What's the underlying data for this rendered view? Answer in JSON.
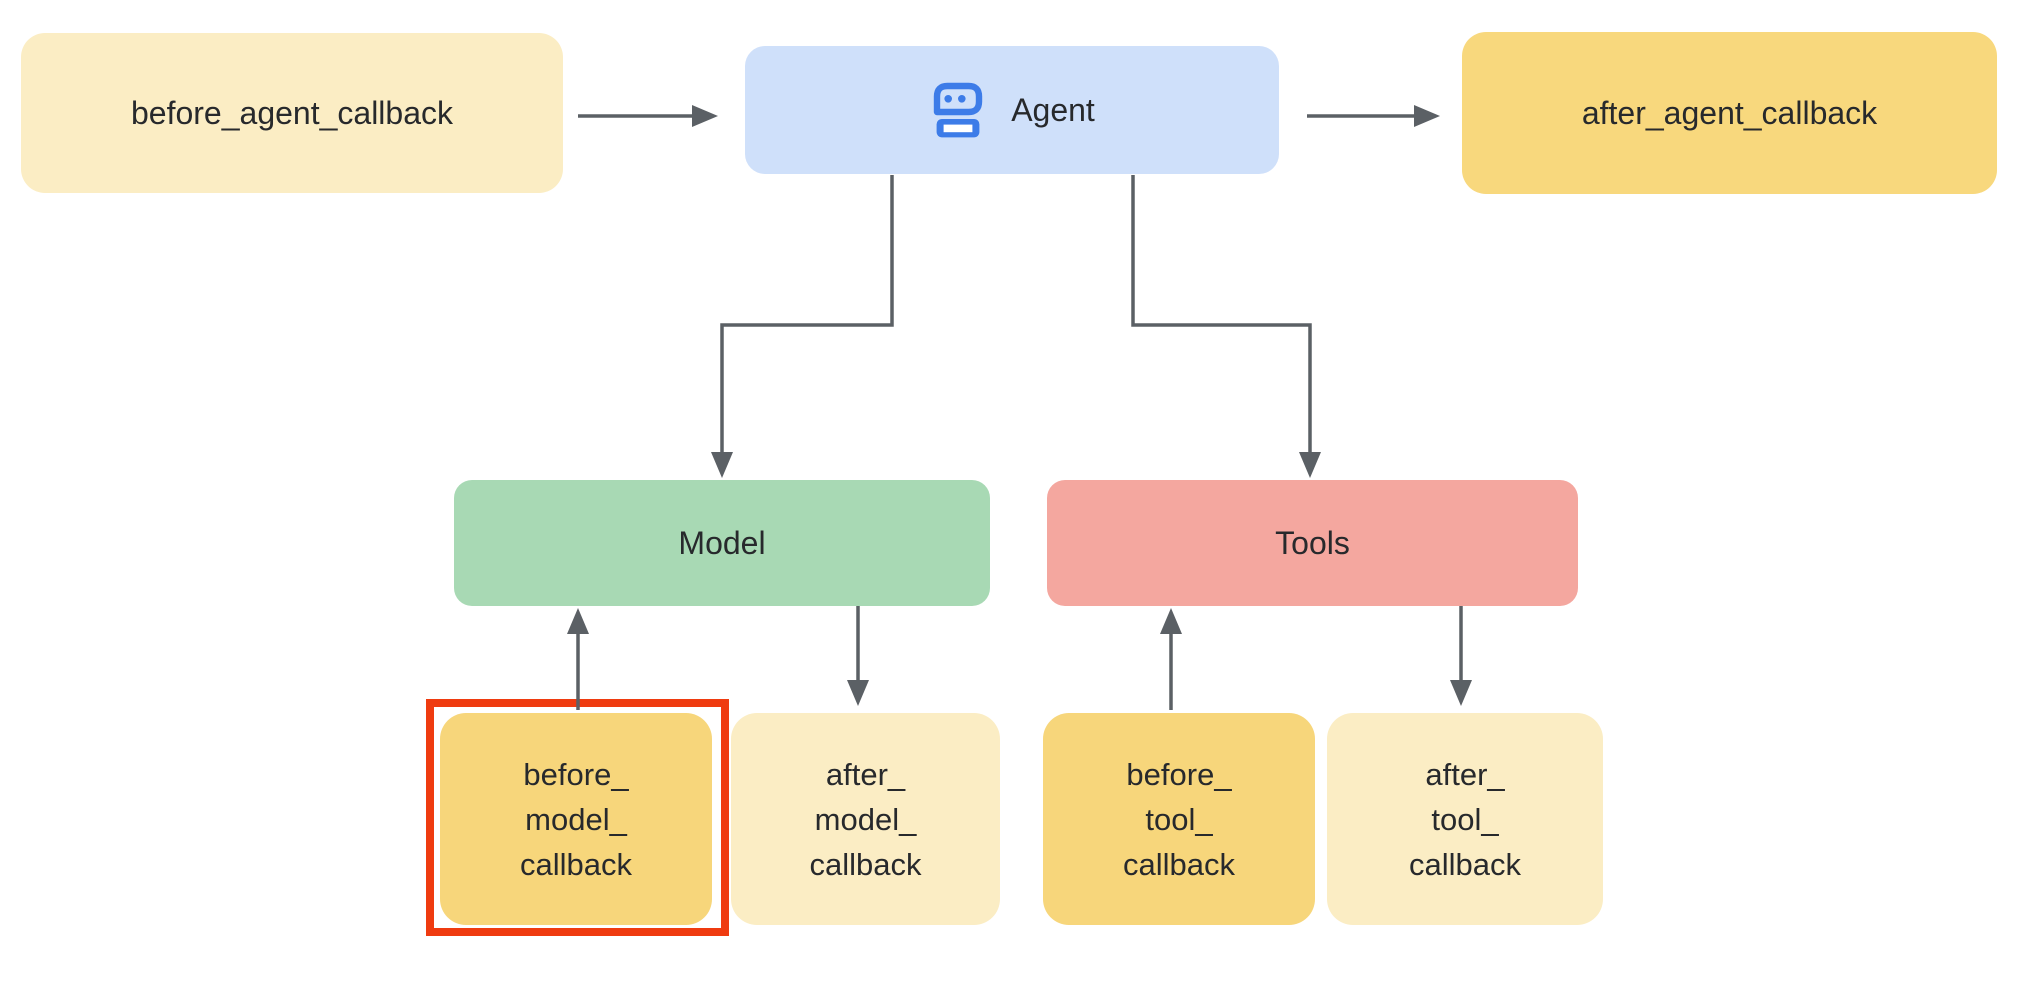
{
  "diagram": {
    "background": "#FFFFFF",
    "nodes": {
      "before_agent": {
        "label": "before_agent_callback",
        "fill": "#FBEDC4"
      },
      "agent": {
        "label": "Agent",
        "fill": "#CFE0FA",
        "icon": "robot-icon",
        "icon_color": "#3D7CE8"
      },
      "after_agent": {
        "label": "after_agent_callback",
        "fill": "#F8D87D"
      },
      "model": {
        "label": "Model",
        "fill": "#A8D9B4"
      },
      "tools": {
        "label": "Tools",
        "fill": "#F4A79F"
      },
      "before_model": {
        "lines": [
          "before_",
          "model_",
          "callback"
        ],
        "fill": "#F7D67B",
        "highlighted": true
      },
      "after_model": {
        "lines": [
          "after_",
          "model_",
          "callback"
        ],
        "fill": "#FBEDC4"
      },
      "before_tool": {
        "lines": [
          "before_",
          "tool_",
          "callback"
        ],
        "fill": "#F7D67B"
      },
      "after_tool": {
        "lines": [
          "after_",
          "tool_",
          "callback"
        ],
        "fill": "#FBEDC4"
      }
    },
    "edges": [
      {
        "from": "before_agent_callback",
        "to": "Agent"
      },
      {
        "from": "Agent",
        "to": "after_agent_callback"
      },
      {
        "from": "Agent",
        "to": "Model"
      },
      {
        "from": "Agent",
        "to": "Tools"
      },
      {
        "from": "before_model_callback",
        "to": "Model"
      },
      {
        "from": "Model",
        "to": "after_model_callback"
      },
      {
        "from": "before_tool_callback",
        "to": "Tools"
      },
      {
        "from": "Tools",
        "to": "after_tool_callback"
      }
    ],
    "colors": {
      "arrow": "#5B6065",
      "text": "#27292C",
      "highlight_border": "#EF3B10",
      "agent_icon_blue": "#3D7CE8"
    }
  }
}
